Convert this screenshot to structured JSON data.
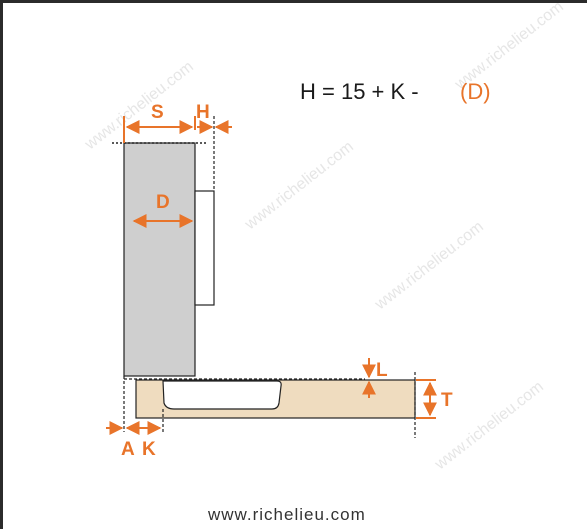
{
  "formula": {
    "expression": "H = 15 + K -",
    "term": "(D)"
  },
  "labels": {
    "s": "S",
    "h": "H",
    "d": "D",
    "l": "L",
    "t": "T",
    "a": "A",
    "k": "K"
  },
  "website": "www.richelieu.com",
  "watermark": "www.richelieu.com",
  "colors": {
    "dimension": "#e8742a",
    "door": "#cfcfcf",
    "panel": "#efdcbf",
    "outline": "#222222"
  }
}
